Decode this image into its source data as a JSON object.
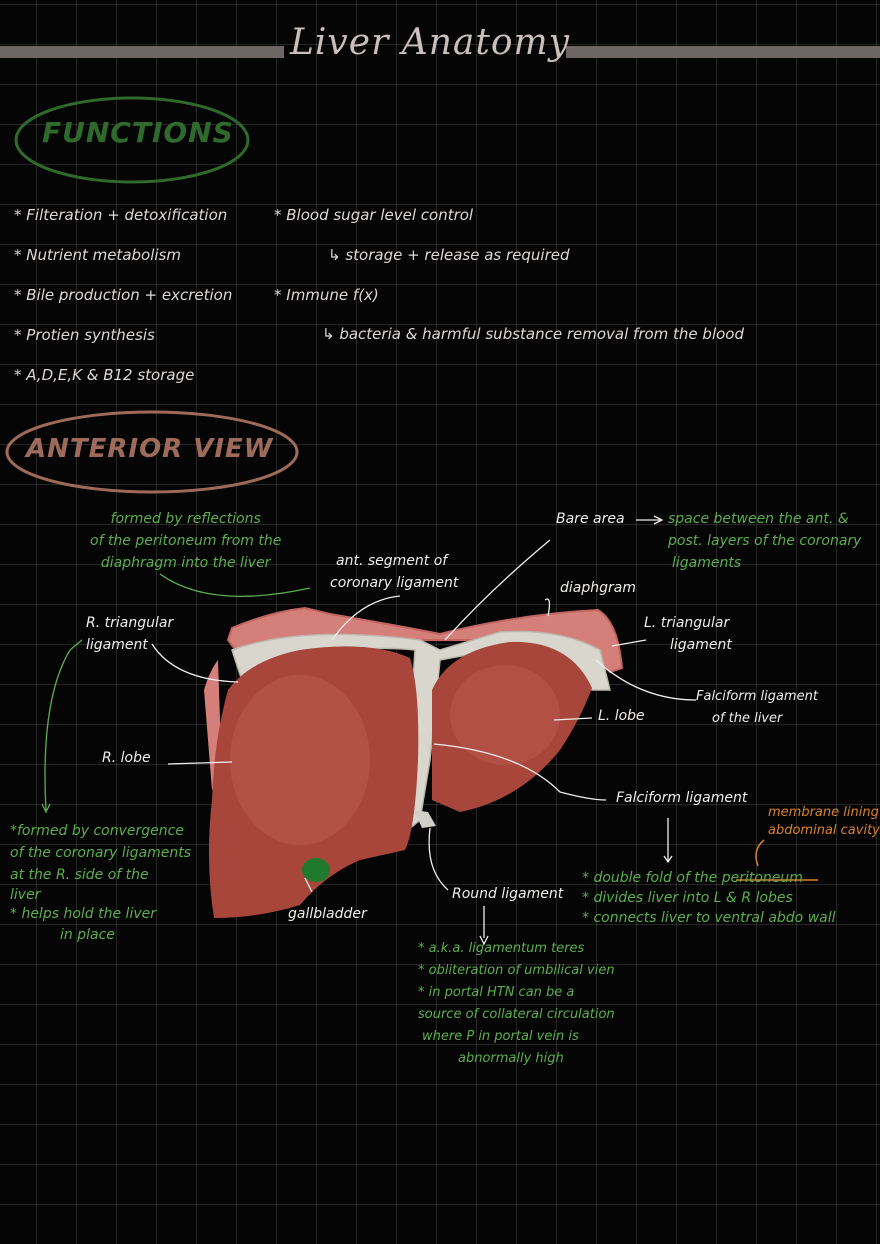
{
  "title": "Liver Anatomy",
  "functions": {
    "heading": "FUNCTIONS",
    "left_items": [
      "* Filteration + detoxification",
      "* Nutrient metabolism",
      "* Bile production + excretion",
      "* Protien synthesis",
      "* A,D,E,K & B12 storage"
    ],
    "right_items": [
      "* Blood sugar level control",
      "↳ storage + release as required",
      "* Immune f(x)",
      "↳ bacteria & harmful substance removal from the blood"
    ]
  },
  "anterior": {
    "heading": "ANTERIOR VIEW",
    "labels": {
      "bare_area": "Bare area",
      "bare_area_desc": [
        "space between the ant. &",
        "post. layers of the coronary",
        "ligaments"
      ],
      "peritoneum_note": [
        "formed by reflections",
        "of the peritoneum from the",
        "diaphragm into the liver"
      ],
      "ant_segment": [
        "ant. segment of",
        "coronary ligament"
      ],
      "diaphragm": "diaphgram",
      "r_triangular": [
        "R. triangular",
        "ligament"
      ],
      "l_triangular": [
        "L. triangular",
        "ligament"
      ],
      "falciform_liver": [
        "Falciform ligament",
        "of the liver"
      ],
      "l_lobe": "L. lobe",
      "r_lobe": "R. lobe",
      "falciform": "Falciform ligament",
      "membrane": [
        "membrane lining",
        "abdominal cavity"
      ],
      "falciform_notes": [
        "* double fold of the peritoneum",
        "* divides liver into L & R lobes",
        "* connects liver to ventral abdo wall"
      ],
      "r_tri_notes": [
        "*formed by convergence",
        "of the coronary ligaments",
        "at the R. side of the",
        "liver",
        "* helps hold the liver",
        "in place"
      ],
      "gallbladder": "gallbladder",
      "round": "Round ligament",
      "round_notes": [
        "* a.k.a. ligamentum teres",
        "* obliteration of umbilical vien",
        "* in portal HTN can be a",
        "source of collateral circulation",
        "where P in portal vein is",
        "abnormally high"
      ]
    }
  },
  "colors": {
    "green": "#5cae4e",
    "dark_green": "#2f6a2c",
    "brown": "#9e6b5b",
    "liver": "#a8463c",
    "orange": "#d8822a"
  }
}
